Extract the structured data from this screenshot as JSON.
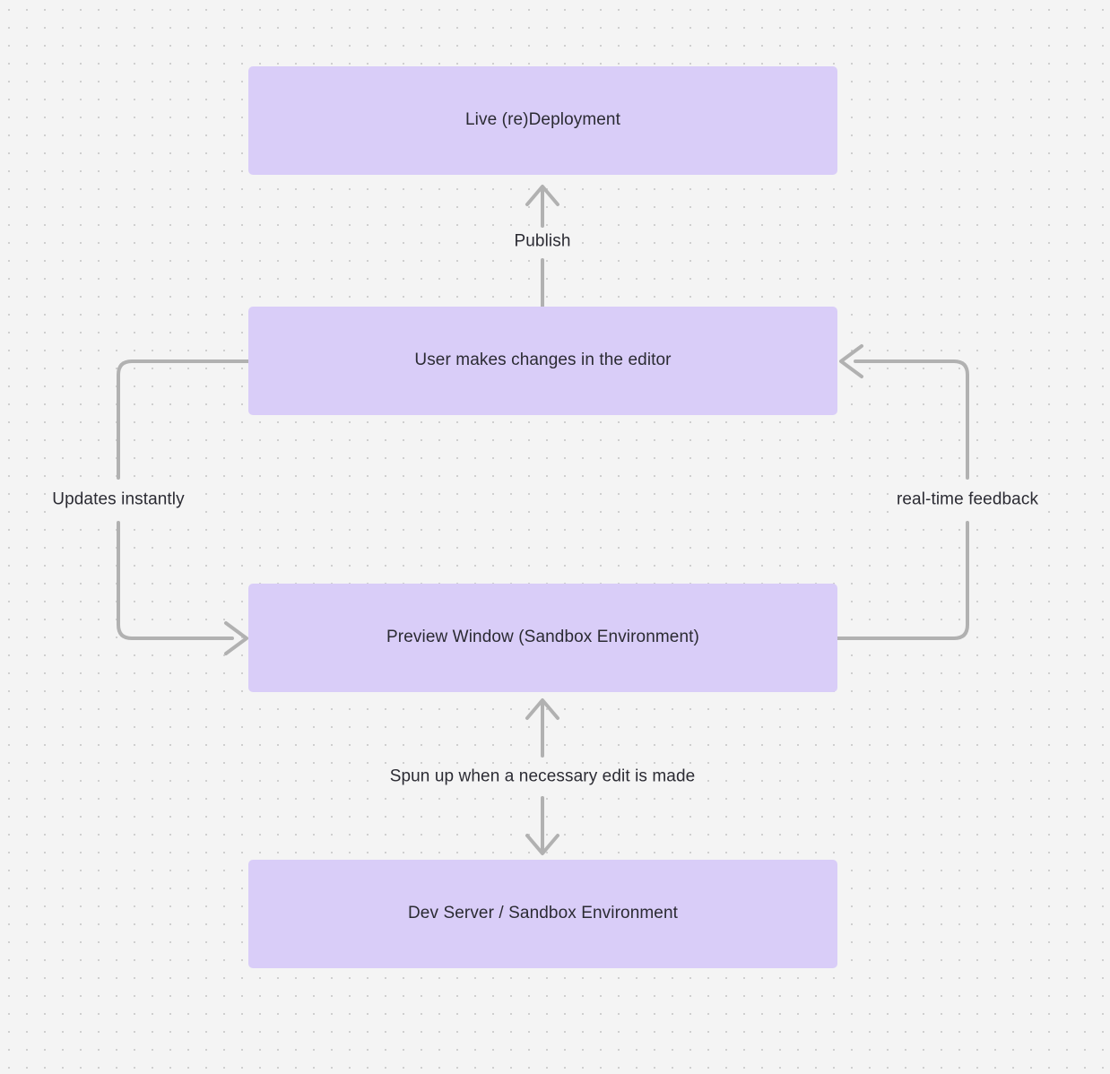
{
  "diagram": {
    "title": "Live deployment / preview feedback loop",
    "background_color": "#f4f4f4",
    "node_fill_color": "#d9cdf8",
    "node_text_color": "#2b2b33",
    "connector_color": "#b1b1b1",
    "grid": "dotted",
    "nodes": [
      {
        "id": "live-deployment",
        "label": "Live (re)Deployment"
      },
      {
        "id": "user-edits",
        "label": "User makes changes in the editor"
      },
      {
        "id": "preview-window",
        "label": "Preview Window (Sandbox Environment)"
      },
      {
        "id": "dev-server",
        "label": "Dev Server / Sandbox Environment"
      }
    ],
    "edges": [
      {
        "id": "publish",
        "label": "Publish",
        "from": "user-edits",
        "to": "live-deployment",
        "direction": "up",
        "arrowheads": "end"
      },
      {
        "id": "updates-instantly",
        "label": "Updates instantly",
        "from": "user-edits",
        "to": "preview-window",
        "direction": "left-loop-down",
        "arrowheads": "end"
      },
      {
        "id": "real-time-feedback",
        "label": "real-time feedback",
        "from": "preview-window",
        "to": "user-edits",
        "direction": "right-loop-up",
        "arrowheads": "end"
      },
      {
        "id": "spun-up",
        "label": "Spun up when a necessary edit is made",
        "from": "dev-server",
        "to": "preview-window",
        "direction": "vertical",
        "arrowheads": "both"
      }
    ]
  }
}
